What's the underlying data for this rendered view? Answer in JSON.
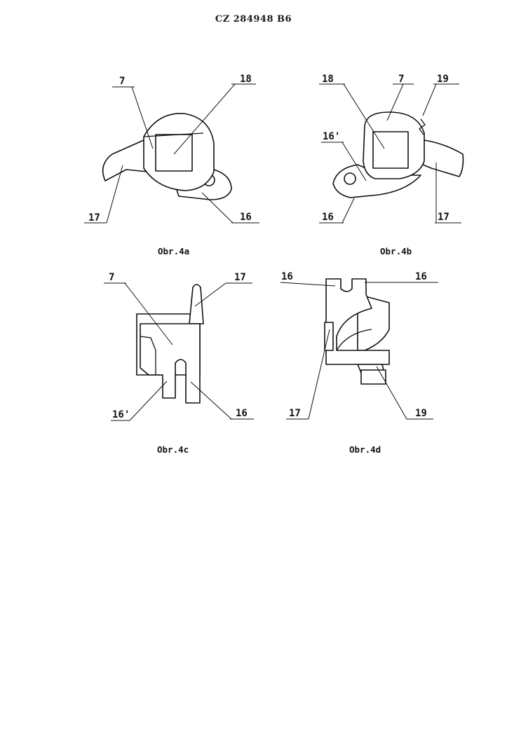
{
  "header": {
    "doc_number": "CZ 284948 B6"
  },
  "figures": [
    {
      "caption": "Obr.4a",
      "labels": [
        "7",
        "18",
        "17",
        "16"
      ]
    },
    {
      "caption": "Obr.4b",
      "labels": [
        "18",
        "7",
        "19",
        "16'",
        "16",
        "17"
      ]
    },
    {
      "caption": "Obr.4c",
      "labels": [
        "7",
        "17",
        "16'",
        "16"
      ]
    },
    {
      "caption": "Obr.4d",
      "labels": [
        "16",
        "16",
        "17",
        "19"
      ]
    }
  ]
}
